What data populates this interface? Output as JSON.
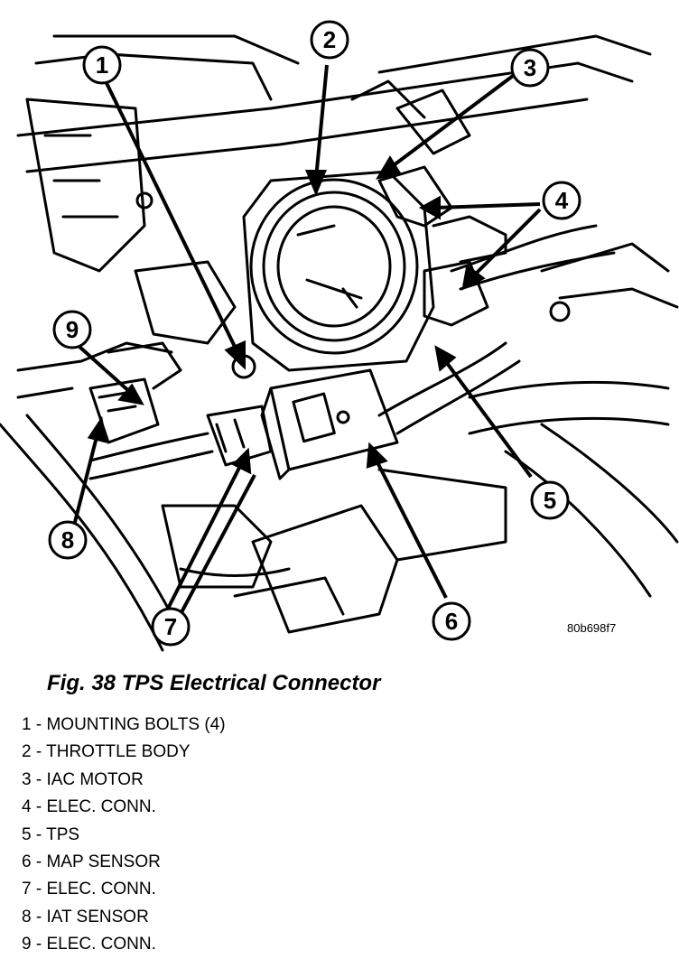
{
  "figure": {
    "code": "80b698f7",
    "callouts": [
      "1",
      "2",
      "3",
      "4",
      "5",
      "6",
      "7",
      "8",
      "9"
    ]
  },
  "caption": {
    "title": "Fig. 38 TPS Electrical Connector"
  },
  "legend": [
    {
      "num": "1",
      "text": "MOUNTING BOLTS (4)"
    },
    {
      "num": "2",
      "text": "THROTTLE BODY"
    },
    {
      "num": "3",
      "text": "IAC MOTOR"
    },
    {
      "num": "4",
      "text": "ELEC. CONN."
    },
    {
      "num": "5",
      "text": "TPS"
    },
    {
      "num": "6",
      "text": "MAP SENSOR"
    },
    {
      "num": "7",
      "text": "ELEC. CONN."
    },
    {
      "num": "8",
      "text": "IAT SENSOR"
    },
    {
      "num": "9",
      "text": "ELEC. CONN."
    }
  ]
}
